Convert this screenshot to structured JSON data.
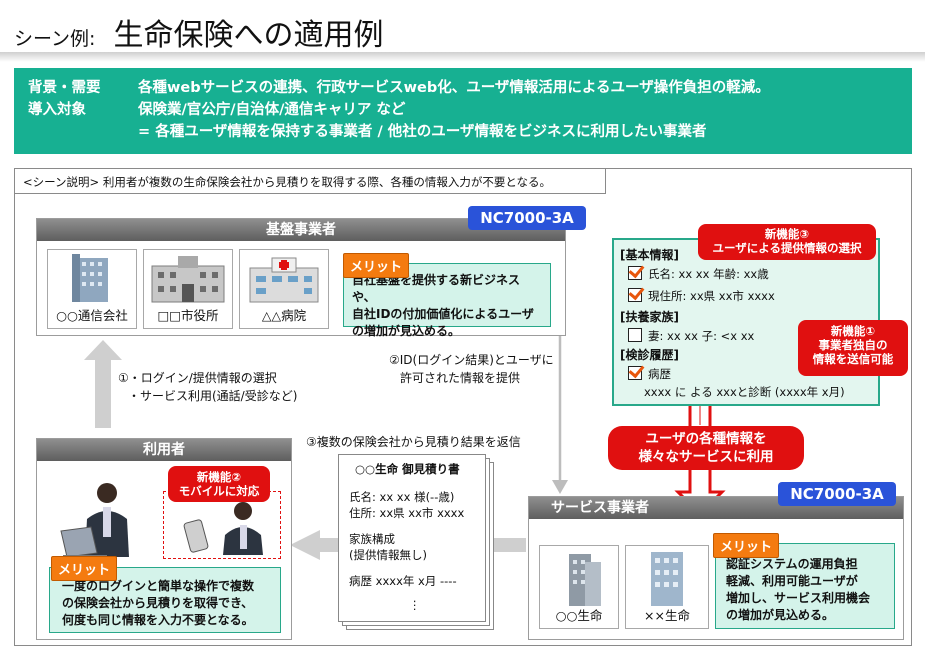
{
  "header": {
    "prefix": "シーン例:",
    "title": "生命保険への適用例"
  },
  "banner": {
    "row1_label": "背景・需要",
    "row1_text": "各種webサービスの連携、行政サービスweb化、ユーザ情報活用によるユーザ操作負担の軽減。",
    "row2_label": "導入対象",
    "row2_text": "保険業/官公庁/自治体/通信キャリア など",
    "row3_text": "= 各種ユーザ情報を保持する事業者 / 他社のユーザ情報をビジネスに利用したい事業者"
  },
  "scene_note": "<シーン説明> 利用者が複数の生命保険会社から見積りを取得する際、各種の情報入力が不要となる。",
  "base_provider": {
    "title": "基盤事業者",
    "tag": "NC7000-3A",
    "icons": [
      "○○通信会社",
      "□□市役所",
      "△△病院"
    ],
    "merit_label": "メリット",
    "merit_lines": [
      "自社基盤を提供する新ビジネスや、",
      "自社IDの付加価値化によるユーザ",
      "の増加が見込める。"
    ]
  },
  "flow": {
    "step1_line1": "①・ログイン/提供情報の選択",
    "step1_line2": "・サービス利用(通話/受診など)",
    "step2_line1": "②ID(ログイン結果)とユーザに",
    "step2_line2": "許可された情報を提供",
    "step3": "③複数の保険会社から見積り結果を返信"
  },
  "user": {
    "title": "利用者",
    "callout_line1": "新機能②",
    "callout_line2": "モバイルに対応",
    "merit_label": "メリット",
    "merit_lines": [
      "一度のログインと簡単な操作で複数",
      "の保険会社から見積りを取得でき、",
      "何度も同じ情報を入力不要となる。"
    ]
  },
  "estimate": {
    "title": "○○生命 御見積り書",
    "lines": [
      "氏名: xx xx 様(--歳)",
      "住所: xx県 xx市 xxxx",
      "",
      "家族構成",
      " (提供情報無し)",
      "",
      "病歴   xxxx年 x月 ----",
      "",
      "⋮"
    ]
  },
  "info": {
    "callout3_line1": "新機能③",
    "callout3_line2": "ユーザによる提供情報の選択",
    "sec1": "[基本情報]",
    "line1": "氏名: xx xx 年齢: xx歳",
    "line2": "現住所: xx県 xx市 xxxx",
    "sec2": "[扶養家族]",
    "line3": "妻: xx xx 子: <x xx",
    "sec3": "[検診履歴]",
    "line4": "病歴",
    "line5": "xxxx に よる xxxと診断 (xxxx年 x月)",
    "callout1_line1": "新機能①",
    "callout1_line2": "事業者独自の",
    "callout1_line3": "情報を送信可能"
  },
  "red_arrow": {
    "line1": "ユーザの各種情報を",
    "line2": "様々なサービスに利用"
  },
  "service_provider": {
    "title": "サービス事業者",
    "tag": "NC7000-3A",
    "icons": [
      "○○生命",
      "××生命"
    ],
    "merit_label": "メリット",
    "merit_lines": [
      "認証システムの運用負担",
      "軽減、利用可能ユーザが",
      "増加し、サービス利用機会",
      "の増加が見込める。"
    ]
  },
  "colors": {
    "teal": "#17b092",
    "merit_bg": "#d4f3ea",
    "orange": "#f47b10",
    "red": "#e01010",
    "blue": "#2a53d9"
  }
}
